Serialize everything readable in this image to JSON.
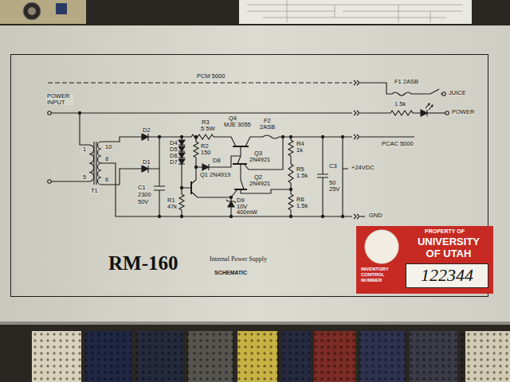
{
  "diagram": {
    "nodes": [
      {
        "text": [
          "RM-160",
          "Internal Power Supply",
          "SCHEMATIC"
        ]
      },
      {
        "text": [
          "PROPERTY OF",
          "UNIVERSITY OF UTAH",
          "INVENTORY CONTROL NUMBER",
          "122344"
        ],
        "in": 0
      }
    ],
    "labels": [
      "POWER INPUT",
      "PCM 5000",
      "F1 2ASB",
      "JUICE",
      "1",
      "10",
      "8",
      "5",
      "6",
      "T1",
      "D2",
      "D1",
      "C1",
      "2300",
      "50V",
      "D4",
      "D5",
      "D6",
      "D7",
      "R3",
      ".5 5W",
      "R2",
      "150",
      "D8",
      "Q1 2N4919",
      "R1",
      "47k",
      "D9",
      "10V",
      "400mW",
      "Q4",
      "MJE 3055",
      "F2",
      "2ASB",
      "Q3",
      "2N4921",
      "Q2",
      "2N4921",
      "R4",
      "1k",
      "R5",
      "1.5k",
      "R6",
      "1.5k",
      "C3",
      "50",
      "25V",
      "+24VDC",
      "GND",
      "1.5k",
      "POWER",
      "PCAC 5000"
    ]
  }
}
